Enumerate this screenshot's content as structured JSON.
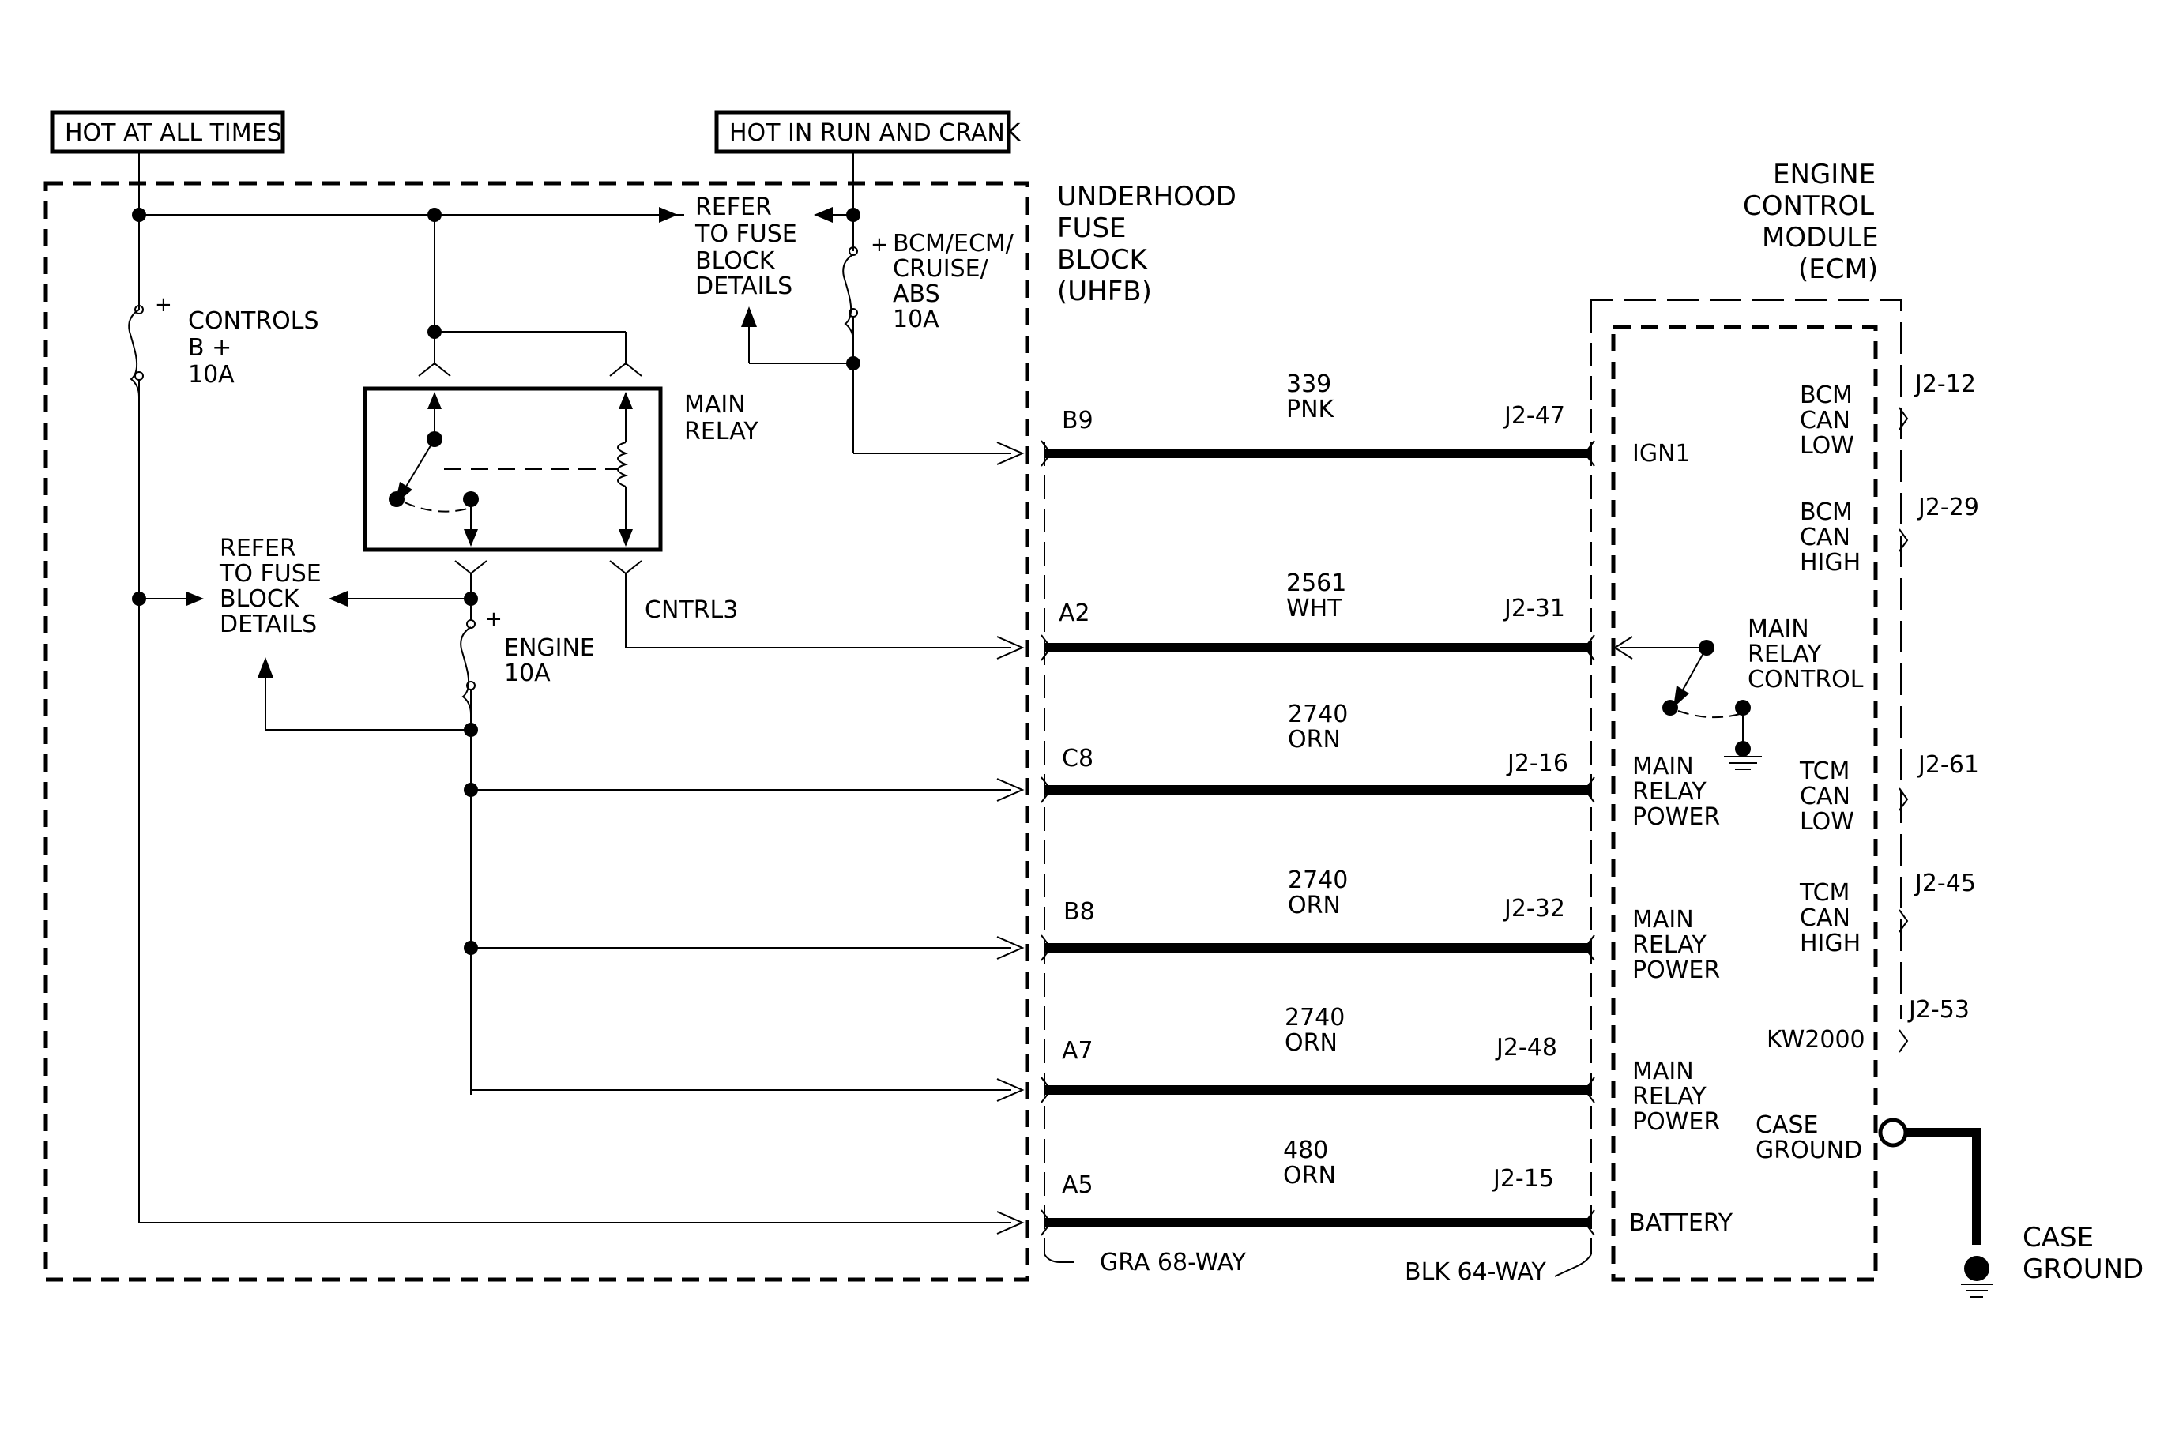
{
  "labels": {
    "hot_at_all_times": "HOT AT ALL TIMES",
    "hot_in_run_and_crank": "HOT IN RUN AND CRANK",
    "underhood_fuse_block": [
      "UNDERHOOD",
      "FUSE",
      "BLOCK",
      "(UHFB)"
    ],
    "ecm_title": [
      "ENGINE",
      "CONTROL",
      "MODULE",
      "(ECM)"
    ],
    "refer_top": [
      "REFER",
      "TO FUSE",
      "BLOCK",
      "DETAILS"
    ],
    "refer_left": [
      "REFER",
      "TO FUSE",
      "BLOCK",
      "DETAILS"
    ],
    "controls_fuse": [
      "CONTROLS",
      "B +",
      "10A"
    ],
    "bcm_fuse": [
      "BCM/ECM/",
      "CRUISE/",
      "ABS",
      "10A"
    ],
    "engine_fuse": [
      "ENGINE",
      "10A"
    ],
    "main_relay": [
      "MAIN",
      "RELAY"
    ],
    "cntrl3": "CNTRL3",
    "plus": "+",
    "gra_connector": "GRA 68-WAY",
    "blk_connector": "BLK 64-WAY",
    "case_ground": [
      "CASE",
      "GROUND"
    ],
    "ecm_case_ground": [
      "CASE",
      "GROUND"
    ],
    "main_relay_control": [
      "MAIN",
      "RELAY",
      "CONTROL"
    ]
  },
  "circuits": [
    {
      "uhfb_pin": "B9",
      "wire_num": "339",
      "color": "PNK",
      "ecm_pin": "J2-47",
      "ecm_label": [
        "IGN1"
      ]
    },
    {
      "uhfb_pin": "A2",
      "wire_num": "2561",
      "color": "WHT",
      "ecm_pin": "J2-31",
      "ecm_label": []
    },
    {
      "uhfb_pin": "C8",
      "wire_num": "2740",
      "color": "ORN",
      "ecm_pin": "J2-16",
      "ecm_label": [
        "MAIN",
        "RELAY",
        "POWER"
      ]
    },
    {
      "uhfb_pin": "B8",
      "wire_num": "2740",
      "color": "ORN",
      "ecm_pin": "J2-32",
      "ecm_label": [
        "MAIN",
        "RELAY",
        "POWER"
      ]
    },
    {
      "uhfb_pin": "A7",
      "wire_num": "2740",
      "color": "ORN",
      "ecm_pin": "J2-48",
      "ecm_label": [
        "MAIN",
        "RELAY",
        "POWER"
      ]
    },
    {
      "uhfb_pin": "A5",
      "wire_num": "480",
      "color": "ORN",
      "ecm_pin": "J2-15",
      "ecm_label": [
        "BATTERY"
      ]
    }
  ],
  "right_pins": [
    {
      "label": [
        "BCM",
        "CAN",
        "LOW"
      ],
      "pin": "J2-12"
    },
    {
      "label": [
        "BCM",
        "CAN",
        "HIGH"
      ],
      "pin": "J2-29"
    },
    {
      "label": [
        "TCM",
        "CAN",
        "LOW"
      ],
      "pin": "J2-61"
    },
    {
      "label": [
        "TCM",
        "CAN",
        "HIGH"
      ],
      "pin": "J2-45"
    },
    {
      "label": [
        "KW2000"
      ],
      "pin": "J2-53"
    }
  ]
}
